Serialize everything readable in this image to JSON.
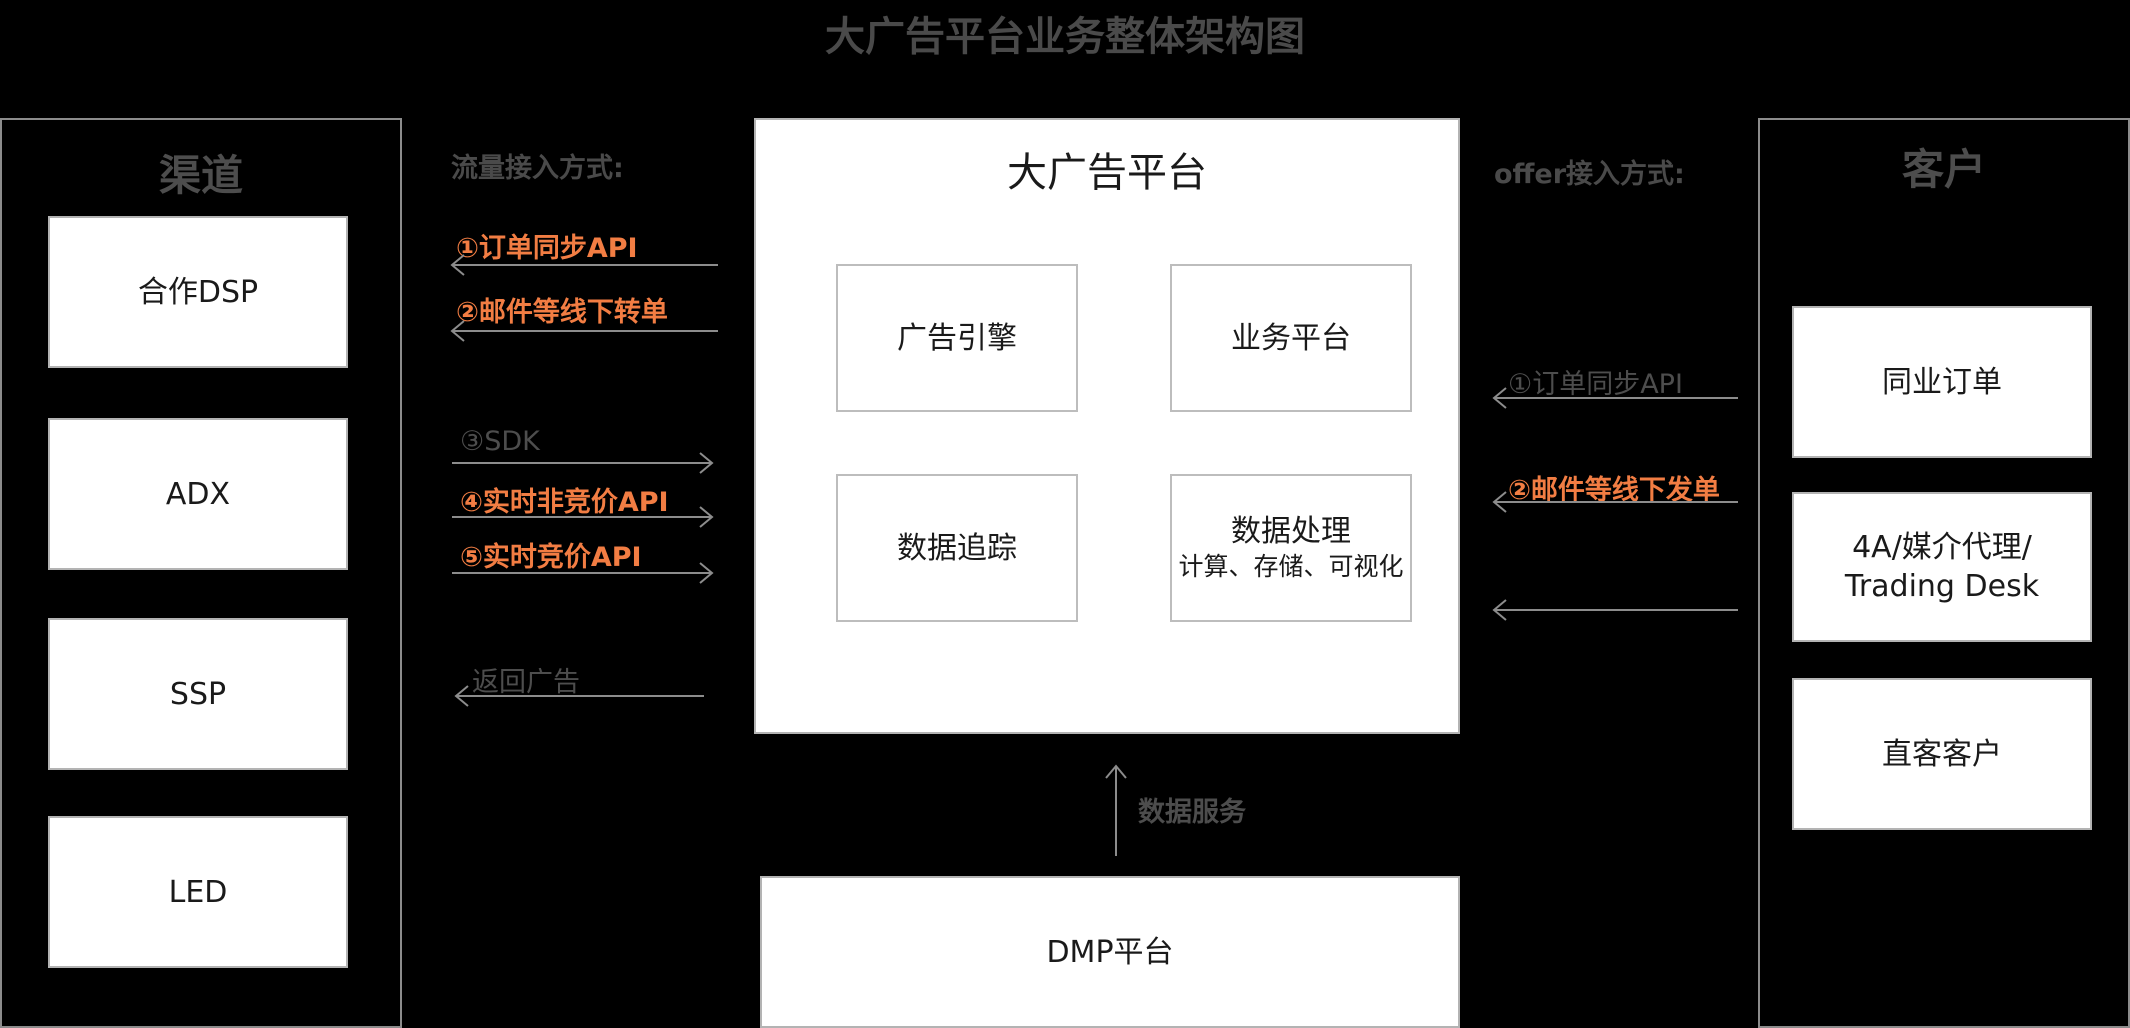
{
  "title": "大广告平台业务整体架构图",
  "channels": {
    "title": "渠道",
    "items": [
      "合作DSP",
      "ADX",
      "SSP",
      "LED"
    ]
  },
  "traffic": {
    "label": "流量接入方式:",
    "incoming": [
      "①订单同步API",
      "②邮件等线下转单"
    ],
    "outgoing": [
      "③SDK",
      "④实时非竞价API",
      "⑤实时竞价API"
    ],
    "return_label": "返回广告"
  },
  "platform": {
    "title": "大广告平台",
    "modules": {
      "ad_engine": "广告引擎",
      "business": "业务平台",
      "tracking": "数据追踪",
      "processing_title": "数据处理",
      "processing_sub": "计算、存储、可视化"
    }
  },
  "data_service_label": "数据服务",
  "dmp": "DMP平台",
  "offer": {
    "label": "offer接入方式:",
    "arrows": [
      "①订单同步API",
      "②邮件等线下发单"
    ]
  },
  "customers": {
    "title": "客户",
    "items": [
      "同业订单",
      "4A/媒介代理/",
      "Trading Desk",
      "直客客户"
    ]
  },
  "colors": {
    "background": "#000000",
    "highlight": "#f27d43",
    "arrow": "#8c8c8c",
    "text_dim": "#4d4d4d"
  }
}
